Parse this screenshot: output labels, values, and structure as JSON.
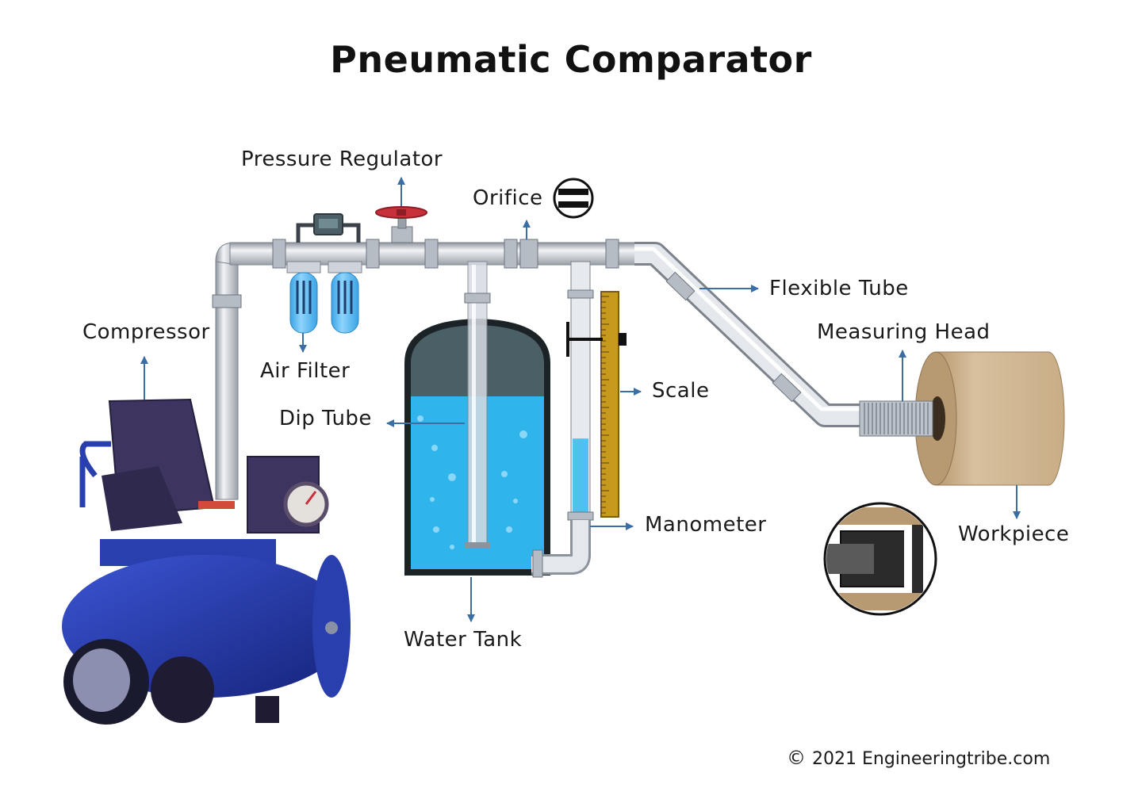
{
  "title": "Pneumatic Comparator",
  "labels": {
    "pressure_regulator": "Pressure Regulator",
    "orifice": "Orifice",
    "flexible_tube": "Flexible Tube",
    "compressor": "Compressor",
    "air_filter": "Air Filter",
    "measuring_head": "Measuring Head",
    "scale": "Scale",
    "dip_tube": "Dip Tube",
    "manometer": "Manometer",
    "workpiece": "Workpiece",
    "water_tank": "Water Tank"
  },
  "copyright": {
    "symbol": "©",
    "text": "2021 Engineeringtribe.com"
  },
  "colors": {
    "arrow": "#3a6ea5",
    "pipe": "#c9ced6",
    "water": "#2fb5ec",
    "tank_top": "#4a5f66",
    "compressor_blue": "#2a3fae",
    "compressor_purple": "#3d3560",
    "workpiece": "#d2b896",
    "scale": "#c79a1e",
    "regulator_valve": "#c8303a"
  },
  "manometer_level": 0.3
}
